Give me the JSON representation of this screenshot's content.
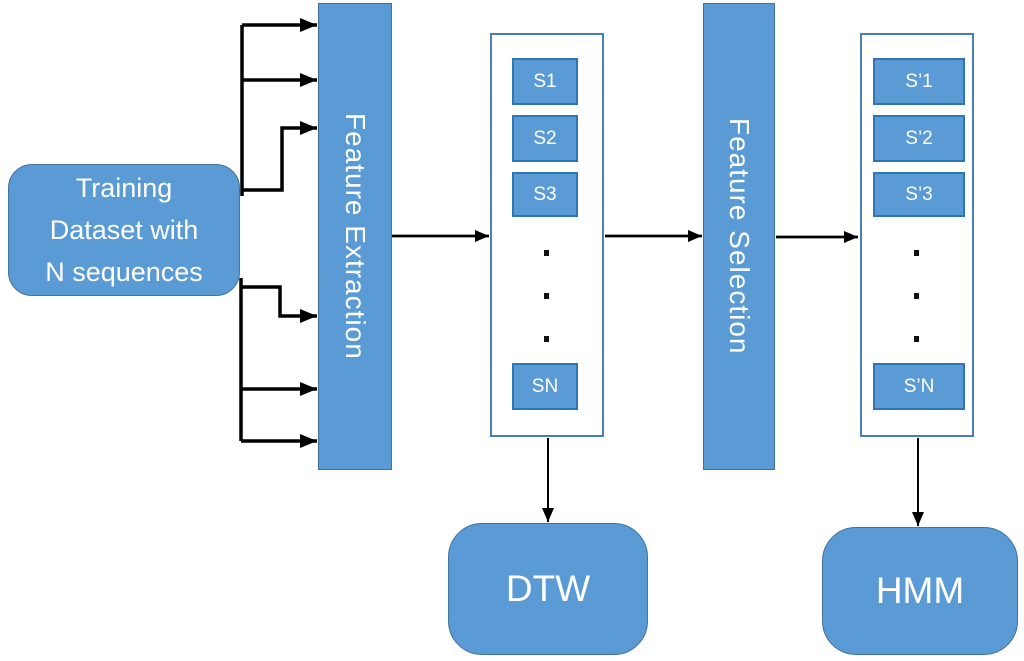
{
  "colors": {
    "node_fill": "#5b9bd5",
    "node_border": "#41719c",
    "item_border": "#2e75b6",
    "container_border": "#4a7ebb",
    "arrow": "#000000",
    "text": "#ffffff",
    "background": "#ffffff"
  },
  "training": {
    "line1": "Training",
    "line2": "Dataset with",
    "line3": "N sequences"
  },
  "stages": {
    "feature_extraction": "Feature Extraction",
    "feature_selection": "Feature Selection"
  },
  "extracted_sequences": {
    "s1": "S1",
    "s2": "S2",
    "s3": "S3",
    "sn": "SN"
  },
  "selected_sequences": {
    "s1": "S’1",
    "s2": "S’2",
    "s3": "S’3",
    "sn": "S’N"
  },
  "models": {
    "dtw": "DTW",
    "hmm": "HMM"
  }
}
